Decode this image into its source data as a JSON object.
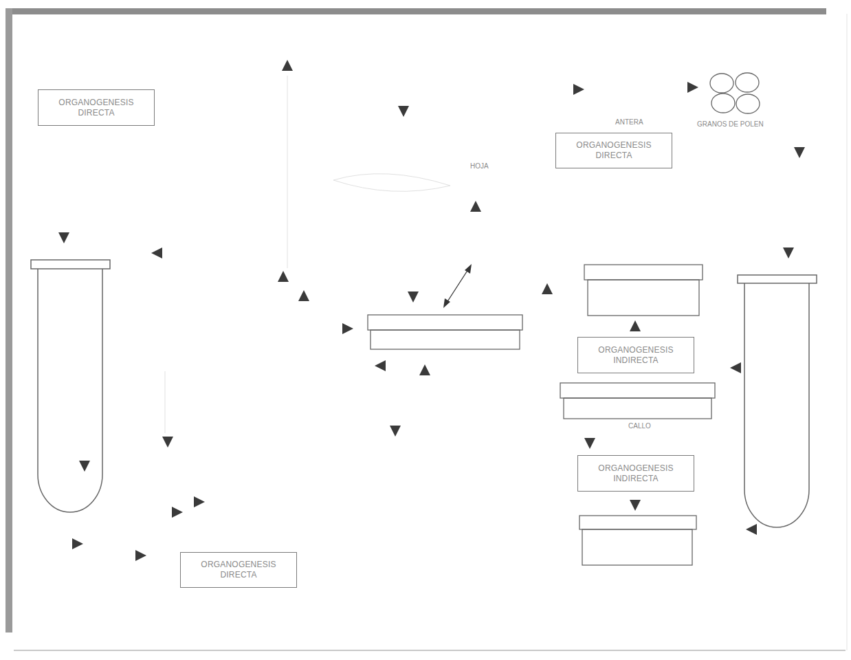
{
  "diagram": {
    "nodes": [
      {
        "text": [
          "ORGANOGENESIS DIRECTA"
        ]
      },
      {
        "text": [
          "ORGANOGENESIS DIRECTA"
        ]
      },
      {
        "text": [
          "ORGANOGENESIS INDIRECTA"
        ]
      },
      {
        "text": [
          "ORGANOGENESIS INDIRECTA"
        ]
      },
      {
        "text": [
          "ORGANOGENESIS DIRECTA"
        ]
      }
    ],
    "labels": [
      "ANTERA",
      "GRANOS DE POLEN",
      "HOJA",
      "CALLO"
    ]
  }
}
